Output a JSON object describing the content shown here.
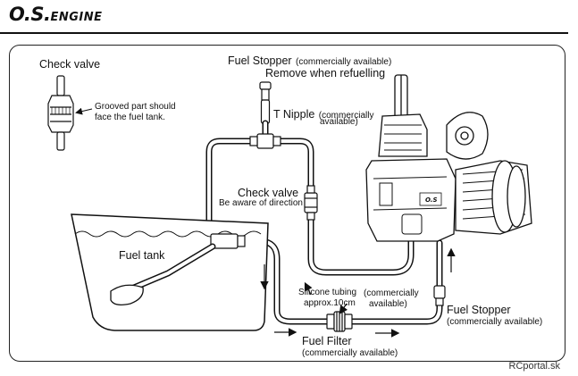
{
  "brand": {
    "main": "O.S.",
    "sub": "ENGINE"
  },
  "labels": {
    "check_valve_title": "Check valve",
    "grooved_note_1": "Grooved part should",
    "grooved_note_2": "face the fuel tank.",
    "fuel_stopper_top": "Fuel Stopper",
    "commercially_available": "(commercially available)",
    "remove_when_refuelling": "Remove when refuelling",
    "t_nipple": "T Nipple",
    "commercially_paren_open": "(commercially",
    "available_paren_close": "available)",
    "check_valve_mid": "Check valve",
    "be_aware": "Be aware of direction",
    "fuel_tank": "Fuel tank",
    "silicone_tubing": "Silicone tubing",
    "approx": "approx.10cm",
    "fuel_stopper_right": "Fuel Stopper",
    "fuel_filter": "Fuel Filter",
    "engine_badge": "O.S"
  },
  "credit": "RCportal.sk",
  "colors": {
    "line": "#111111",
    "tube_fill": "#ffffff",
    "fuel_shade": "#f2f2f2"
  },
  "icons": [
    "check-valve-icon",
    "fuel-stopper-icon",
    "t-nipple-icon",
    "fuel-filter-icon",
    "engine-illustration",
    "fuel-tank-illustration",
    "flow-arrow-icon"
  ]
}
